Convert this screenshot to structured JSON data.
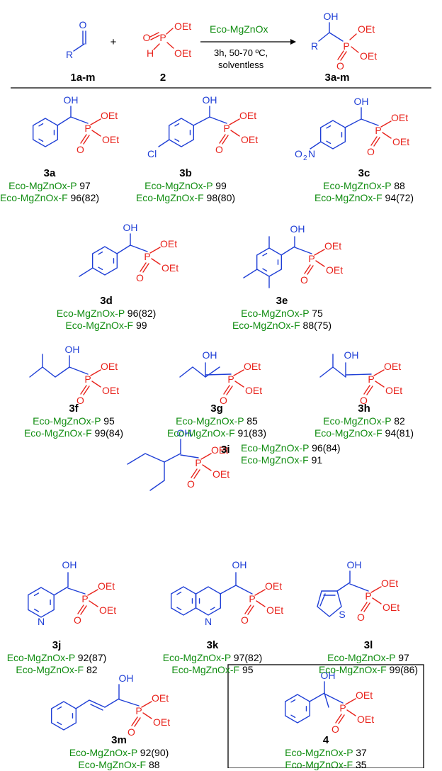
{
  "colors": {
    "blue": "#1f3fd6",
    "red": "#e8231c",
    "green": "#118d11",
    "black": "#000000"
  },
  "atoms": {
    "O": "O",
    "OH": "OH",
    "OEt": "OEt",
    "P": "P",
    "H": "H",
    "R": "R",
    "Cl": "Cl",
    "N": "N",
    "S": "S",
    "NO2_main": "O",
    "NO2_sub": "2",
    "NO2_tail": "N"
  },
  "reaction": {
    "reactant1": "1a-m",
    "reactant2": "2",
    "plus": "+",
    "product": "3a-m",
    "catalyst": "Eco-MgZnOx",
    "cond1": "3h, 50-70 ºC,",
    "cond2": "solventless"
  },
  "compounds": [
    {
      "id": "3a",
      "rows": [
        {
          "cat": "Eco-MgZnOx-P",
          "val": " 97"
        },
        {
          "cat": "Eco-MgZnOx-F",
          "val": " 96(82)"
        }
      ]
    },
    {
      "id": "3b",
      "rows": [
        {
          "cat": "Eco-MgZnOx-P",
          "val": " 99"
        },
        {
          "cat": "Eco-MgZnOx-F",
          "val": " 98(80)"
        }
      ]
    },
    {
      "id": "3c",
      "rows": [
        {
          "cat": "Eco-MgZnOx-P",
          "val": " 88"
        },
        {
          "cat": "Eco-MgZnOx-F",
          "val": " 94(72)"
        }
      ]
    },
    {
      "id": "3d",
      "rows": [
        {
          "cat": "Eco-MgZnOx-P",
          "val": " 96(82)"
        },
        {
          "cat": "Eco-MgZnOx-F",
          "val": " 99"
        }
      ]
    },
    {
      "id": "3e",
      "rows": [
        {
          "cat": "Eco-MgZnOx-P",
          "val": " 75"
        },
        {
          "cat": "Eco-MgZnOx-F",
          "val": " 88(75)"
        }
      ]
    },
    {
      "id": "3f",
      "rows": [
        {
          "cat": "Eco-MgZnOx-P",
          "val": " 95"
        },
        {
          "cat": "Eco-MgZnOx-F",
          "val": " 99(84)"
        }
      ]
    },
    {
      "id": "3g",
      "rows": [
        {
          "cat": "Eco-MgZnOx-P",
          "val": " 85"
        },
        {
          "cat": "Eco-MgZnOx-F",
          "val": " 91(83)"
        }
      ]
    },
    {
      "id": "3h",
      "rows": [
        {
          "cat": "Eco-MgZnOx-P",
          "val": " 82"
        },
        {
          "cat": "Eco-MgZnOx-F",
          "val": " 94(81)"
        }
      ]
    },
    {
      "id": "3i",
      "rows": [
        {
          "cat": "Eco-MgZnOx-P",
          "val": " 96(84)"
        },
        {
          "cat": "Eco-MgZnOx-F",
          "val": " 91"
        }
      ]
    },
    {
      "id": "3j",
      "rows": [
        {
          "cat": "Eco-MgZnOx-P",
          "val": " 92(87)"
        },
        {
          "cat": "Eco-MgZnOx-F",
          "val": " 82"
        }
      ]
    },
    {
      "id": "3k",
      "rows": [
        {
          "cat": "Eco-MgZnOx-P",
          "val": " 97(82)"
        },
        {
          "cat": "Eco-MgZnOx-F",
          "val": " 95"
        }
      ]
    },
    {
      "id": "3l",
      "rows": [
        {
          "cat": "Eco-MgZnOx-P",
          "val": " 97"
        },
        {
          "cat": "Eco-MgZnOx-F",
          "val": " 99(86)"
        }
      ]
    },
    {
      "id": "3m",
      "rows": [
        {
          "cat": "Eco-MgZnOx-P",
          "val": " 92(90)"
        },
        {
          "cat": "Eco-MgZnOx-F",
          "val": " 88"
        }
      ]
    },
    {
      "id": "4",
      "rows": [
        {
          "cat": "Eco-MgZnOx-P",
          "val": " 37"
        },
        {
          "cat": "Eco-MgZnOx-F",
          "val": " 35"
        }
      ]
    }
  ]
}
